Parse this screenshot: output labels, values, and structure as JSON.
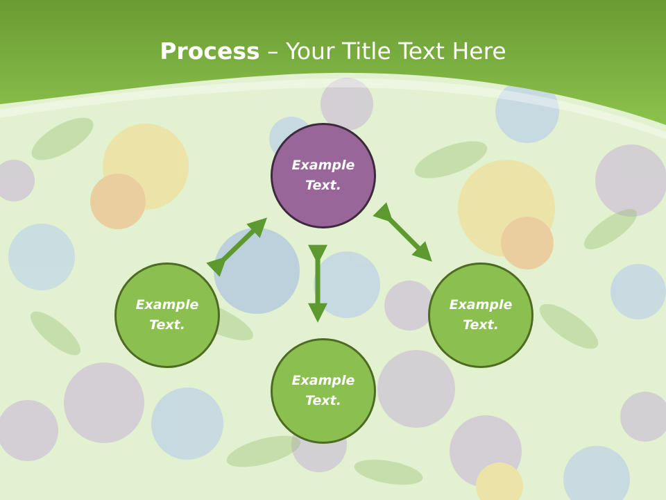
{
  "title": {
    "bold": "Process",
    "rest": " – Your Title Text Here"
  },
  "nodes": {
    "top": {
      "label_line1": "Example",
      "label_line2": "Text."
    },
    "left": {
      "label_line1": "Example",
      "label_line2": "Text."
    },
    "right": {
      "label_line1": "Example",
      "label_line2": "Text."
    },
    "bottom": {
      "label_line1": "Example",
      "label_line2": "Text."
    }
  },
  "colors": {
    "header_green": "#7db544",
    "node_green": "#8bbf4f",
    "node_purple": "#996699",
    "arrow_green": "#5c9a2f"
  }
}
